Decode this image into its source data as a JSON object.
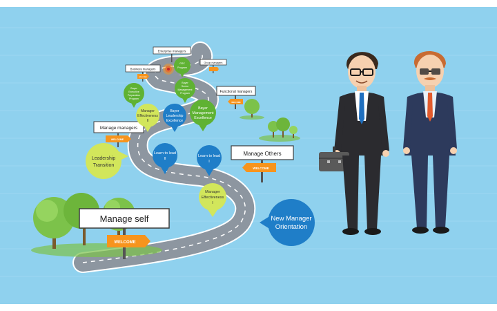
{
  "colors": {
    "background": "#8fd1ee",
    "road": "#8d96a0",
    "road_edge": "#ffffff",
    "green_pin": "#5fb233",
    "lime_pin": "#d2e65b",
    "blue_pin": "#1f7ec8",
    "sign_orange": "#f7941d",
    "sign_border": "#3c3c3c"
  },
  "signs": {
    "manage_self": "Manage self",
    "manage_others": "Manage Others",
    "manage_managers": "Manage managers",
    "functional_managers": "Functional managers",
    "business_managers": "Business managers",
    "enterprise_managers": "Enterprise managers",
    "group_managers": "Group managers"
  },
  "welcome_label": "WELCOME",
  "pins": {
    "new_manager_orientation": [
      "New Manager",
      "Orientation"
    ],
    "manager_effectiveness_1": [
      "Manager",
      "Effectiveness",
      "I"
    ],
    "learn_to_lead_1": [
      "Learn to lead",
      "I"
    ],
    "learn_to_lead_2": [
      "Learn to lead",
      "II"
    ],
    "leadership_transition": [
      "Leadership",
      "Transition"
    ],
    "manager_effectiveness_2": [
      "Manager",
      "Effectiveness",
      "II"
    ],
    "bayer_leadership_excellence": [
      "Bayer",
      "Leadership",
      "Excellence"
    ],
    "bayer_management_excellence": [
      "Bayer",
      "Management",
      "Excellence"
    ],
    "bayer_executive_preparation": [
      "Bayer",
      "Executive",
      "Preparation",
      "Program"
    ],
    "bayer_senior_management": [
      "Bayer",
      "Senior",
      "Management",
      "Program"
    ],
    "gsc_program": [
      "GSC",
      "Program"
    ]
  },
  "icons": {
    "characters": [
      "businessman-with-briefcase-icon",
      "older-businessman-icon"
    ],
    "trees": "tree-icon",
    "target": "target-icon"
  }
}
